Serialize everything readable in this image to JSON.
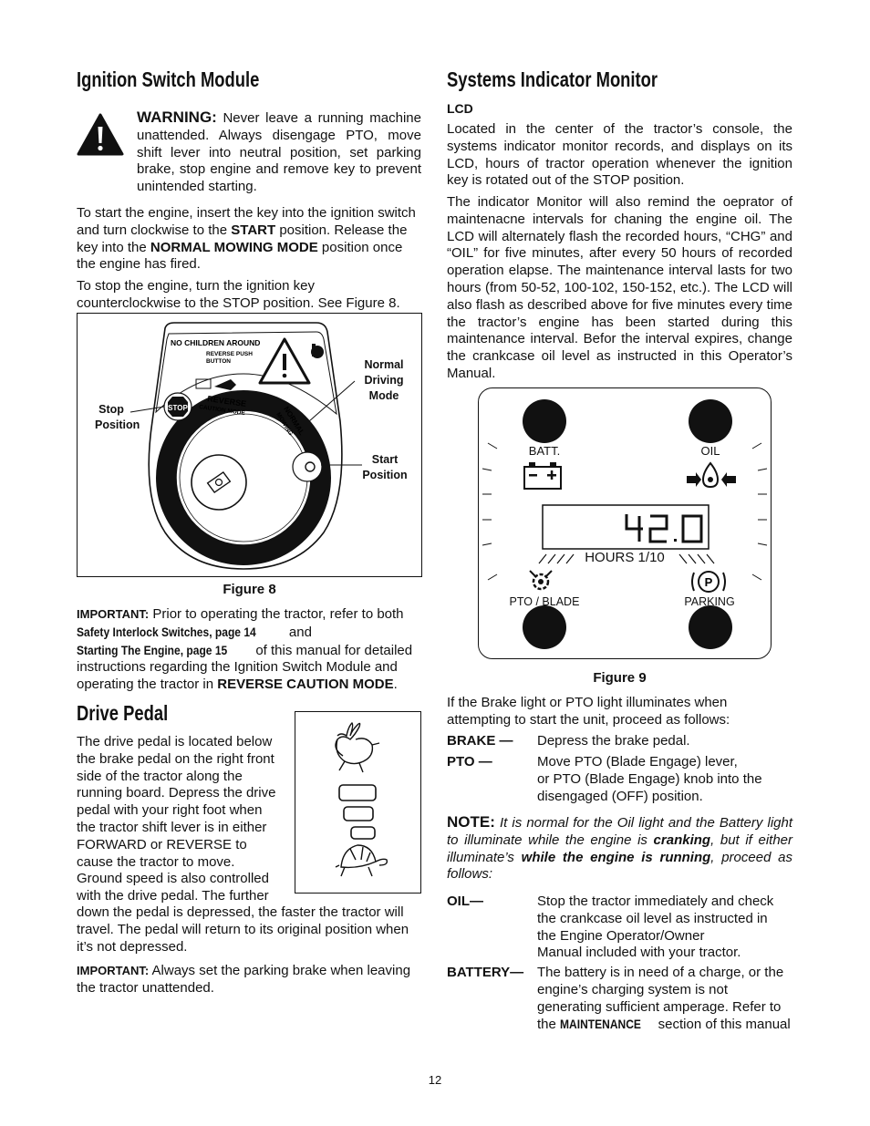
{
  "left": {
    "ignition_title": "Ignition Switch Module",
    "warning_label": "WARNING:",
    "warning_text": " Never leave a running machine unattended. Always disengage PTO, move shift lever into neutral position, set parking brake, stop engine and remove key to prevent unintended starting.",
    "start_p_1": "To start the engine, insert the key into the ignition switch and turn clockwise to the ",
    "start_p_b1": "START",
    "start_p_2": " position. Release the key into the ",
    "start_p_b2": "NORMAL MOWING MODE",
    "start_p_3": " position once the engine has fired.",
    "stop_p": "To stop the engine, turn the ignition key counterclockwise to the STOP position. See Figure 8.",
    "fig8_caption": "Figure 8",
    "fig8": {
      "stop_line1": "Stop",
      "stop_line2": "Position",
      "normal_line1": "Normal",
      "normal_line2": "Driving",
      "normal_line3": "Mode",
      "start_line1": "Start",
      "start_line2": "Position",
      "no_children": "NO CHILDREN AROUND",
      "reverse_push_1": "REVERSE PUSH",
      "reverse_push_2": "BUTTON",
      "reverse": "REVERSE",
      "caution_mode": "CAUTION MODE",
      "normal_arc": "NORMAL",
      "mowing_arc": "MOWING",
      "stop_badge": "STOP"
    },
    "important1_label": "IMPORTANT:",
    "important1_t1": " Prior to operating the tractor, refer to both ",
    "important1_b1": "Safety Interlock Switches, page 14",
    "important1_t2": " and ",
    "important1_b2": "Starting The Engine, page 15",
    "important1_t3": " of this manual for detailed instructions regarding the Ignition Switch Module and operating the tractor in ",
    "important1_b3": "REVERSE CAUTION MODE",
    "important1_t4": ".",
    "drive_title": "Drive Pedal",
    "drive_lines": [
      "The drive pedal is located below",
      "the brake pedal on the right front",
      "side of the tractor along the",
      "running board. Depress the drive",
      "pedal with your right foot when",
      "the tractor shift lever is in either",
      "FORWARD or REVERSE to",
      "cause the tractor to move.",
      "Ground speed is also controlled",
      "with the drive pedal. The further"
    ],
    "drive_tail": "down the pedal is depressed, the faster the tractor will travel. The pedal will return to its original position when it’s not depressed.",
    "important2_label": "IMPORTANT:",
    "important2_text": " Always set the parking brake when leaving the tractor unattended."
  },
  "right": {
    "sim_title": "Systems Indicator Monitor",
    "lcd_heading": "LCD",
    "lcd_p1": "Located in the center of the tractor’s console, the systems indicator monitor records, and displays on its LCD, hours of tractor operation whenever the ignition key is rotated out of the STOP position.",
    "lcd_p2": "The indicator Monitor will also remind the oeprator of maintenacne intervals for chaning the engine oil. The LCD will alternately flash the recorded hours, “CHG” and “OIL” for five minutes, after every 50 hours of recorded operation elapse. The maintenance interval lasts for two hours (from 50-52, 100-102, 150-152, etc.). The LCD will also flash as described above for five minutes every time the tractor’s engine has been started during this maintenance interval. Befor the interval expires, change the crankcase oil level as instructed in this Operator’s Manual.",
    "fig9": {
      "batt": "BATT.",
      "oil": "OIL",
      "lcd_value": "42.0",
      "hours": "HOURS 1/10",
      "pto": "PTO / BLADE",
      "parking": "PARKING"
    },
    "fig9_caption": "Figure 9",
    "if_brake": "If the Brake light or PTO light illuminates when attempting to start the unit, proceed as follows:",
    "brake_term": "BRAKE —",
    "brake_def": "Depress the brake pedal.",
    "pto_term": "PTO —",
    "pto_def_1": "Move PTO (Blade Engage) lever,",
    "pto_def_2": "or PTO (Blade Engage) knob into the",
    "pto_def_3": "disengaged (OFF) position.",
    "note_label": "NOTE:",
    "note_t1": " It is normal for the Oil light and the Battery light to illuminate while the engine is ",
    "note_b1": "cranking",
    "note_t2": ", but if either illuminate’s ",
    "note_b2": "while the engine is running",
    "note_t3": ", proceed as follows:",
    "oil_term": "OIL—",
    "oil_def_1": "Stop the tractor immediately and check",
    "oil_def_2": "the crankcase oil level as instructed in",
    "oil_def_3": "the Engine Operator/Owner",
    "oil_def_4": "Manual included with your tractor.",
    "battery_term": "BATTERY—",
    "battery_def_1": "The battery is in need of a charge, or the",
    "battery_def_2": "engine’s charging system is not",
    "battery_def_3": "generating sufficient amperage. Refer to",
    "battery_def_4a": "the ",
    "battery_def_4b": "MAINTENANCE",
    "battery_def_4c": " section of this manual"
  },
  "page_number": "12"
}
